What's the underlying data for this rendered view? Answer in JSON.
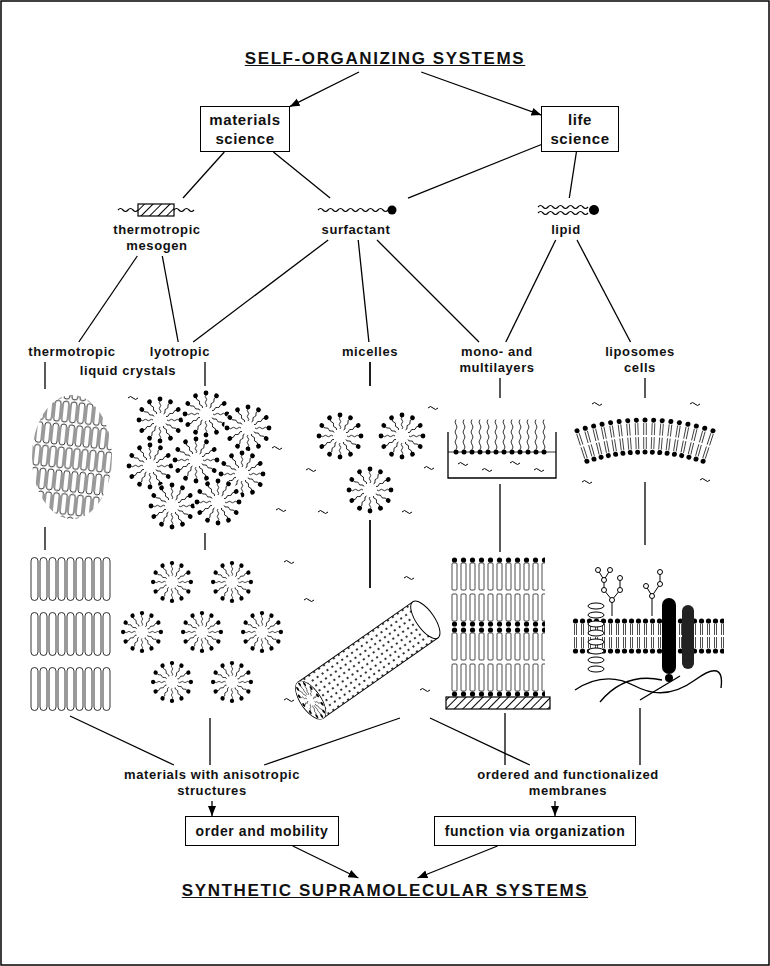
{
  "diagram": {
    "nodes": [
      {
        "text": [
          "SELF-ORGANIZING SYSTEMS"
        ]
      },
      {
        "text": [
          "materials science"
        ]
      },
      {
        "text": [
          "life science"
        ]
      },
      {
        "text": [
          "thermotropic mesogen"
        ]
      },
      {
        "text": [
          "surfactant"
        ]
      },
      {
        "text": [
          "lipid"
        ]
      },
      {
        "text": [
          "thermotropic"
        ]
      },
      {
        "text": [
          "lyotropic"
        ]
      },
      {
        "text": [
          "micelles"
        ]
      },
      {
        "text": [
          "mono- and multilayers"
        ]
      },
      {
        "text": [
          "liposomes cells"
        ]
      },
      {
        "text": [
          "materials with anisotropic structures"
        ]
      },
      {
        "text": [
          "ordered and functionalized membranes"
        ]
      },
      {
        "text": [
          "order and mobility"
        ]
      },
      {
        "text": [
          "function via organization"
        ]
      },
      {
        "text": [
          "SYNTHETIC SUPRAMOLECULAR SYSTEMS"
        ]
      }
    ],
    "edges": [
      {
        "from": 0,
        "to": 1,
        "arrow": "to"
      },
      {
        "from": 0,
        "to": 2,
        "arrow": "to"
      },
      {
        "from": 1,
        "to": 3,
        "arrow": "none"
      },
      {
        "from": 1,
        "to": 4,
        "arrow": "none"
      },
      {
        "from": 2,
        "to": 4,
        "arrow": "none"
      },
      {
        "from": 2,
        "to": 5,
        "arrow": "none"
      },
      {
        "from": 3,
        "to": 6,
        "arrow": "none"
      },
      {
        "from": 3,
        "to": 7,
        "arrow": "none"
      },
      {
        "from": 4,
        "to": 7,
        "arrow": "none"
      },
      {
        "from": 4,
        "to": 8,
        "arrow": "none"
      },
      {
        "from": 4,
        "to": 9,
        "arrow": "none"
      },
      {
        "from": 5,
        "to": 9,
        "arrow": "none"
      },
      {
        "from": 5,
        "to": 10,
        "arrow": "none"
      },
      {
        "from": 6,
        "to": 11,
        "arrow": "none"
      },
      {
        "from": 7,
        "to": 11,
        "arrow": "none"
      },
      {
        "from": 8,
        "to": 11,
        "arrow": "none"
      },
      {
        "from": 8,
        "to": 12,
        "arrow": "none"
      },
      {
        "from": 9,
        "to": 12,
        "arrow": "none"
      },
      {
        "from": 10,
        "to": 12,
        "arrow": "none"
      },
      {
        "from": 11,
        "to": 13,
        "arrow": "to"
      },
      {
        "from": 12,
        "to": 14,
        "arrow": "to"
      },
      {
        "from": 13,
        "to": 15,
        "arrow": "to"
      },
      {
        "from": 14,
        "to": 15,
        "arrow": "to"
      }
    ],
    "labels": [
      "liquid crystals"
    ]
  }
}
